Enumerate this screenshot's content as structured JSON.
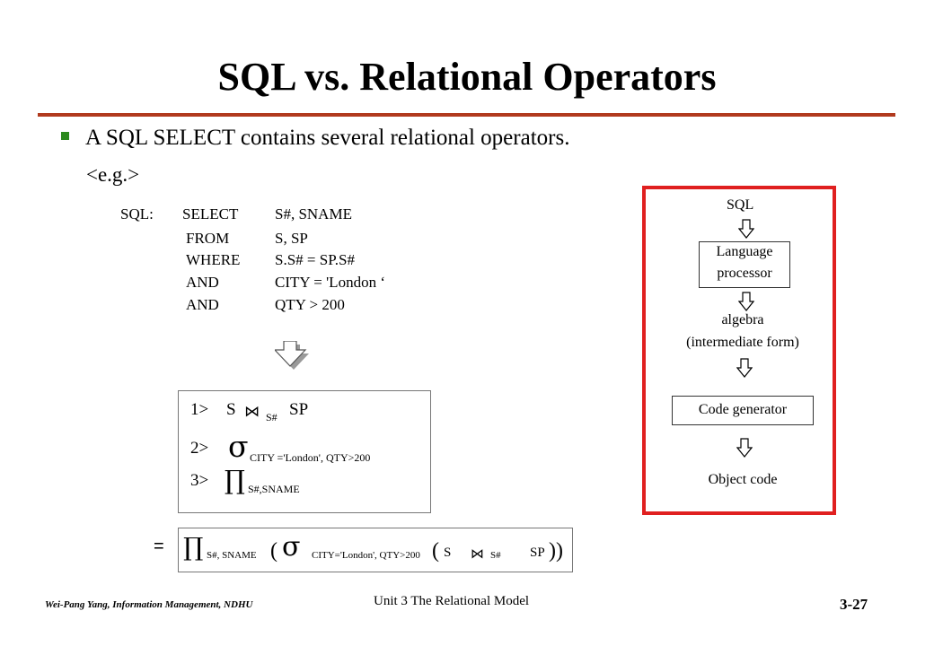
{
  "slide": {
    "title": "SQL vs. Relational Operators",
    "bullet": "A SQL SELECT contains several relational operators.",
    "example_tag": "<e.g.>"
  },
  "sql": {
    "prefix": "SQL:",
    "rows": [
      {
        "kw": "SELECT",
        "arg": "S#, SNAME"
      },
      {
        "kw": "FROM",
        "arg": "S, SP"
      },
      {
        "kw": "WHERE",
        "arg": "S.S# = SP.S#"
      },
      {
        "kw": "AND",
        "arg": "CITY = 'London ‘"
      },
      {
        "kw": "AND",
        "arg": "QTY > 200"
      }
    ]
  },
  "steps": {
    "s1_label": "1>",
    "s1_left": "S",
    "s1_op": "⋈",
    "s1_sub": "S#",
    "s1_right": "SP",
    "s2_label": "2>",
    "s2_op": "σ",
    "s2_sub": "CITY ='London', QTY>200",
    "s3_label": "3>",
    "s3_op": "∏",
    "s3_sub": "S#,SNAME"
  },
  "formula": {
    "equals": "=",
    "pi": "∏",
    "pi_sub": "S#, SNAME",
    "open1": "(",
    "sigma": "σ",
    "sigma_sub": "CITY='London', QTY>200",
    "open2": "(",
    "s": "S",
    "join": "⋈",
    "join_sub": "S#",
    "sp": "SP",
    "close": "))"
  },
  "flow": {
    "sql": "SQL",
    "processor_line1": "Language",
    "processor_line2": "processor",
    "algebra": "algebra",
    "intermediate": "(intermediate form)",
    "codegen": "Code generator",
    "object": "Object code",
    "frame_color": "#e02020"
  },
  "footer": {
    "author": "Wei-Pang Yang, Information Management, NDHU",
    "unit": "Unit 3  The Relational Model",
    "page": "3-27"
  },
  "colors": {
    "title_rule": "#b13a1e",
    "bullet": "#2c8a1e"
  }
}
